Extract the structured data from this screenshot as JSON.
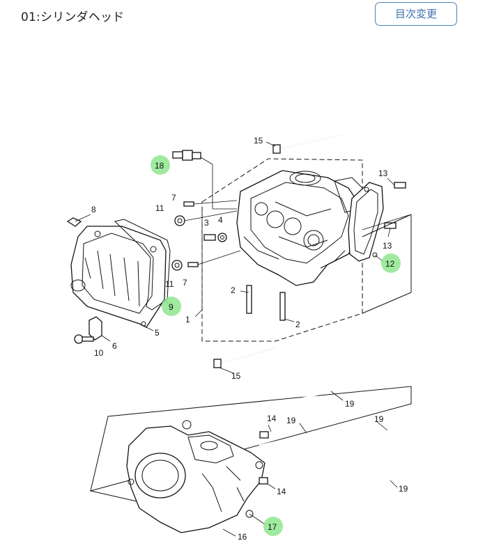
{
  "header": {
    "title": "01:シリンダヘッド",
    "toc_button": "目次変更"
  },
  "callouts": {
    "n1": "1",
    "n2a": "2",
    "n2b": "2",
    "n3": "3",
    "n4": "4",
    "n5": "5",
    "n6": "6",
    "n7a": "7",
    "n7b": "7",
    "n8": "8",
    "n9": "9",
    "n10": "10",
    "n11a": "11",
    "n11b": "11",
    "n12": "12",
    "n13a": "13",
    "n13b": "13",
    "n14a": "14",
    "n14b": "14",
    "n15a": "15",
    "n15b": "15",
    "n16": "16",
    "n17": "17",
    "n18": "18",
    "n19a": "19",
    "n19b": "19",
    "n19c": "19",
    "n19d": "19"
  },
  "highlight_color": "#8ee68e"
}
